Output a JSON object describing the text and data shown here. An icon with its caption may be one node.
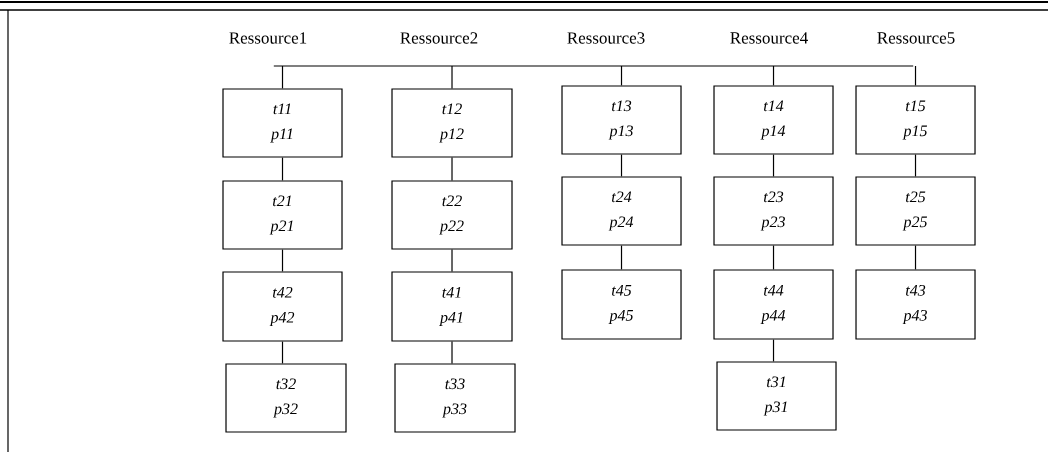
{
  "diagram": {
    "nodes": [
      {
        "text": [
          "t11",
          "p11"
        ]
      },
      {
        "text": [
          "t21",
          "p21"
        ]
      },
      {
        "text": [
          "t42",
          "p42"
        ]
      },
      {
        "text": [
          "t32",
          "p32"
        ]
      },
      {
        "text": [
          "t12",
          "p12"
        ]
      },
      {
        "text": [
          "t22",
          "p22"
        ]
      },
      {
        "text": [
          "t41",
          "p41"
        ]
      },
      {
        "text": [
          "t33",
          "p33"
        ]
      },
      {
        "text": [
          "t13",
          "p13"
        ]
      },
      {
        "text": [
          "t24",
          "p24"
        ]
      },
      {
        "text": [
          "t45",
          "p45"
        ]
      },
      {
        "text": [
          "t14",
          "p14"
        ]
      },
      {
        "text": [
          "t23",
          "p23"
        ]
      },
      {
        "text": [
          "t44",
          "p44"
        ]
      },
      {
        "text": [
          "t31",
          "p31"
        ]
      },
      {
        "text": [
          "t15",
          "p15"
        ]
      },
      {
        "text": [
          "t25",
          "p25"
        ]
      },
      {
        "text": [
          "t43",
          "p43"
        ]
      },
      {
        "text": [],
        "shape": "bar"
      }
    ],
    "edges": [
      {
        "from": 0,
        "to": 1,
        "arrow": "none"
      },
      {
        "from": 1,
        "to": 2,
        "arrow": "none"
      },
      {
        "from": 2,
        "to": 3,
        "arrow": "none"
      },
      {
        "from": 4,
        "to": 5,
        "arrow": "none"
      },
      {
        "from": 5,
        "to": 6,
        "arrow": "none"
      },
      {
        "from": 6,
        "to": 7,
        "arrow": "none"
      },
      {
        "from": 8,
        "to": 9,
        "arrow": "none"
      },
      {
        "from": 9,
        "to": 10,
        "arrow": "none"
      },
      {
        "from": 11,
        "to": 12,
        "arrow": "none"
      },
      {
        "from": 12,
        "to": 13,
        "arrow": "none"
      },
      {
        "from": 13,
        "to": 14,
        "arrow": "none"
      },
      {
        "from": 15,
        "to": 16,
        "arrow": "none"
      },
      {
        "from": 16,
        "to": 17,
        "arrow": "none"
      },
      {
        "from": 18,
        "to": 0,
        "arrow": "none"
      },
      {
        "from": 18,
        "to": 4,
        "arrow": "none"
      },
      {
        "from": 18,
        "to": 8,
        "arrow": "none"
      },
      {
        "from": 18,
        "to": 11,
        "arrow": "none"
      },
      {
        "from": 18,
        "to": 15,
        "arrow": "none"
      }
    ],
    "labels": [
      "Ressource1",
      "Ressource2",
      "Ressource3",
      "Ressource4",
      "Ressource5"
    ]
  }
}
